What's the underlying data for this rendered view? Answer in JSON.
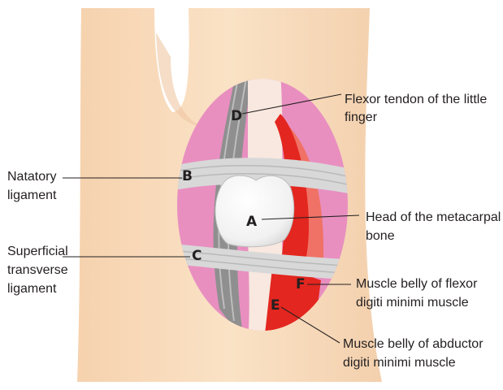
{
  "letters": {
    "a": "A",
    "b": "B",
    "c": "C",
    "d": "D",
    "e": "E",
    "f": "F"
  },
  "labels": {
    "flexor_tendon": [
      "Flexor tendon of the little",
      "finger"
    ],
    "natatory": [
      "Natatory",
      "ligament"
    ],
    "head_metacarpal": [
      "Head of the metacarpal",
      "bone"
    ],
    "superficial_transverse": [
      "Superficial",
      "transverse",
      "ligament"
    ],
    "flexor_digiti": [
      "Muscle belly of flexor",
      "digiti minimi muscle"
    ],
    "abductor_digiti": [
      "Muscle belly of abductor",
      "digiti minimi muscle"
    ]
  },
  "colors": {
    "skin": "#f9dfc0",
    "skin_shadow": "#f0c9a4",
    "window": "#e88fc0",
    "tendon": "#f7e6dc",
    "ligament": "#d9d9d9",
    "bone": "#f4f4f4",
    "muscle_dark": "#e3261f",
    "muscle_light": "#f07266",
    "gray_band": "#8a8a8a"
  }
}
